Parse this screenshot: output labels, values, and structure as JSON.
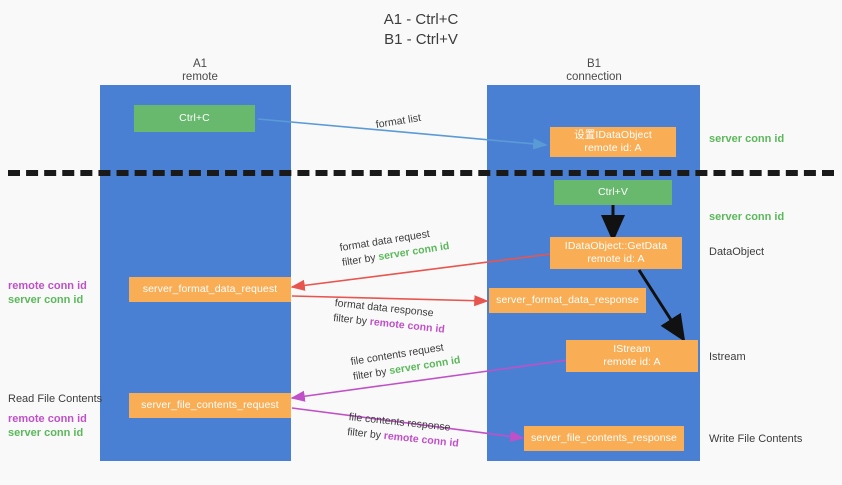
{
  "title": {
    "line1": "A1 - Ctrl+C",
    "line2": "B1 - Ctrl+V"
  },
  "lanes": [
    {
      "id": "a1",
      "name": "A1",
      "subtitle": "remote"
    },
    {
      "id": "b1",
      "name": "B1",
      "subtitle": "connection"
    }
  ],
  "colors": {
    "lane": "#4a80d4",
    "green_box": "#68b86e",
    "orange_box": "#f9ad55",
    "server_conn": "#5cb85c",
    "remote_conn": "#c050c8",
    "arrow_blue": "#5b9bd5",
    "arrow_red": "#e8554e",
    "arrow_magenta": "#c050c8",
    "arrow_black": "#111111",
    "background": "#f9f9f9"
  },
  "boxes": {
    "ctrl_c": {
      "line1": "Ctrl+C"
    },
    "ctrl_v": {
      "line1": "Ctrl+V"
    },
    "set_dataobject": {
      "line1": "设置IDataObject",
      "line2": "remote id: A"
    },
    "getdata": {
      "line1": "IDataObject::GetData",
      "line2": "remote id: A"
    },
    "istream": {
      "line1": "IStream",
      "line2": "remote id: A"
    },
    "server_format_data_request": {
      "line1": "server_format_data_request"
    },
    "server_format_data_response": {
      "line1": "server_format_data_response"
    },
    "server_file_contents_request": {
      "line1": "server_file_contents_request"
    },
    "server_file_contents_response": {
      "line1": "server_file_contents_response"
    }
  },
  "annotations": {
    "format_list": "format list",
    "format_data_request": "format data request",
    "format_data_request_filter_prefix": "filter by ",
    "format_data_request_filter_value": "server conn id",
    "format_data_response": "format data response",
    "format_data_response_filter_prefix": "filter by ",
    "format_data_response_filter_value": "remote conn id",
    "file_contents_request": "file contents request",
    "file_contents_request_filter_prefix": "filter by ",
    "file_contents_request_filter_value": "server conn id",
    "file_contents_response": "file contents response",
    "file_contents_response_filter_prefix": "filter by ",
    "file_contents_response_filter_value": "remote conn id"
  },
  "right_labels": {
    "server_conn_top": "server conn id",
    "server_conn_mid": "server conn id",
    "dataobject": "DataObject",
    "istream": "Istream",
    "write_file_contents": "Write File Contents"
  },
  "left_labels": {
    "remote_conn_1": "remote conn id",
    "server_conn_1": "server conn id",
    "read_file_contents": "Read File Contents",
    "remote_conn_2": "remote conn id",
    "server_conn_2": "server conn id"
  }
}
